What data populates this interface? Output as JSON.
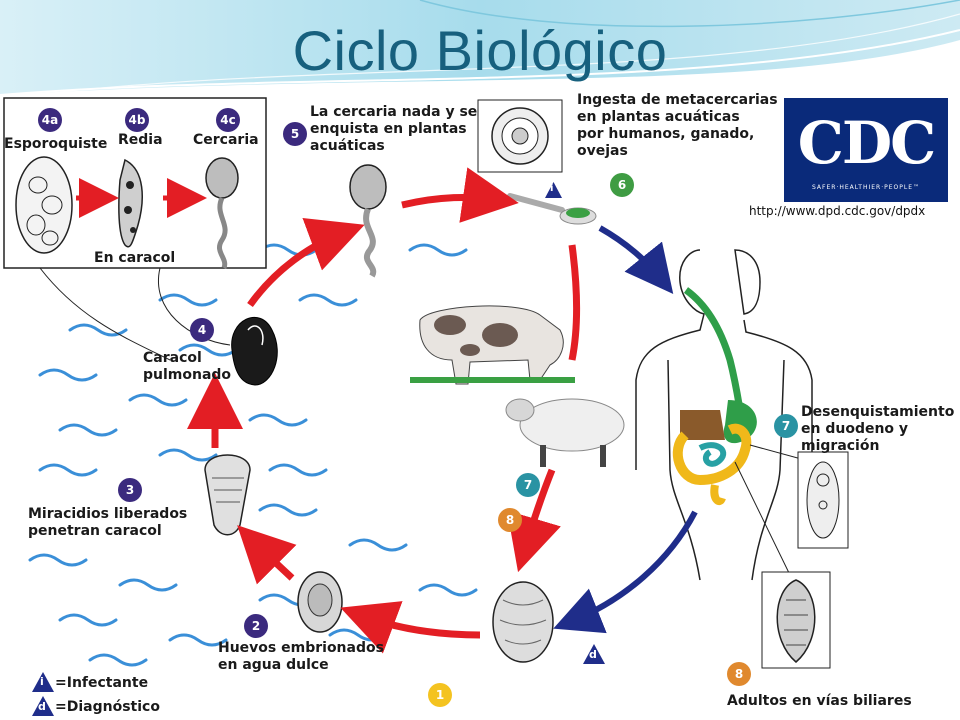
{
  "title": "Ciclo Biológico",
  "cdc": {
    "logo_text": "CDC",
    "tagline": "SAFER·HEALTHIER·PEOPLE™",
    "url": "http://www.dpd.cdc.gov/dpdx"
  },
  "stages": {
    "s4a": {
      "badge": "4a",
      "label": "Esporoquiste"
    },
    "s4b": {
      "badge": "4b",
      "label": "Redia"
    },
    "s4c": {
      "badge": "4c",
      "label": "Cercaria"
    },
    "in_snail": "En caracol",
    "s5": {
      "badge": "5",
      "label": "La cercaria nada y se\nenquista en plantas\nacuáticas"
    },
    "s6": {
      "badge": "6",
      "label": "Ingesta de metacercarias\nen plantas acuáticas\npor humanos, ganado,\novejas"
    },
    "s4": {
      "badge": "4",
      "label": "Caracol\npulmonado"
    },
    "s3": {
      "badge": "3",
      "label": "Miracidios liberados\npenetran caracol"
    },
    "s2": {
      "badge": "2",
      "label": "Huevos embrionados\nen agua dulce"
    },
    "s1": {
      "badge": "1"
    },
    "s7_left": {
      "badge": "7"
    },
    "s8_left": {
      "badge": "8"
    },
    "s7_right": {
      "badge": "7",
      "label": "Desenquistamiento\nen duodeno y\n          migración"
    },
    "s8_right": {
      "badge": "8",
      "label": "Adultos en vías biliares"
    }
  },
  "legend": {
    "infective": {
      "symbol": "i",
      "label": "=Infectante"
    },
    "diagnostic": {
      "symbol": "d",
      "label": "=Diagnóstico"
    }
  },
  "markers": {
    "infective": "i",
    "diagnostic": "d"
  },
  "colors": {
    "title": "#17607e",
    "cycle_arrow": "#e31e24",
    "human_arrow": "#1f2d8a",
    "purple_badge": "#3b2a7e",
    "teal_badge": "#2a93a3",
    "water": "#3a8fd8"
  }
}
